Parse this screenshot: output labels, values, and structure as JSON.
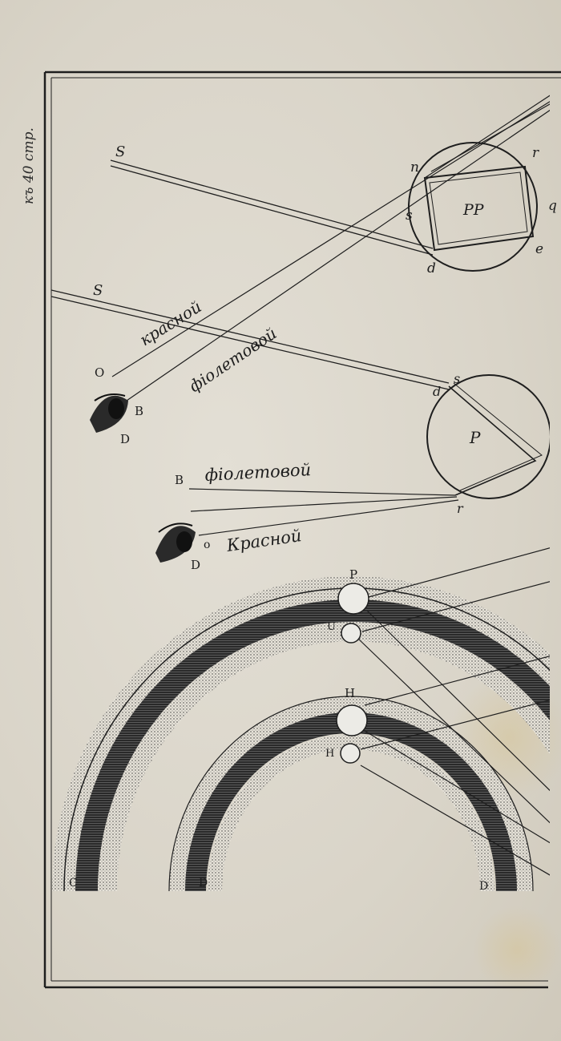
{
  "plate_reference": "къ 40 стр.",
  "figure_1": {
    "ray_label": "S",
    "prism_label": "PP",
    "point_labels": [
      "n",
      "r",
      "s",
      "q",
      "d",
      "e"
    ]
  },
  "figure_2": {
    "ray_label": "S",
    "drop_label": "P",
    "point_labels": [
      "s",
      "d",
      "r"
    ],
    "eye_labels": {
      "o": "O",
      "b": "B",
      "d": "D"
    },
    "ray_red": "красной",
    "ray_violet": "фіолетовой"
  },
  "figure_3": {
    "label_b": "B",
    "label_o": "o",
    "label_d": "D",
    "ray_violet": "фіолетовой",
    "ray_red": "Красной"
  },
  "figure_4": {
    "drop_labels": [
      "P",
      "U",
      "H",
      "H"
    ],
    "base_labels": [
      "C",
      "D",
      "D"
    ]
  },
  "colors": {
    "ink": "#1e1e1e",
    "paper": "#dcd7cc",
    "stain": "#d6c496"
  }
}
